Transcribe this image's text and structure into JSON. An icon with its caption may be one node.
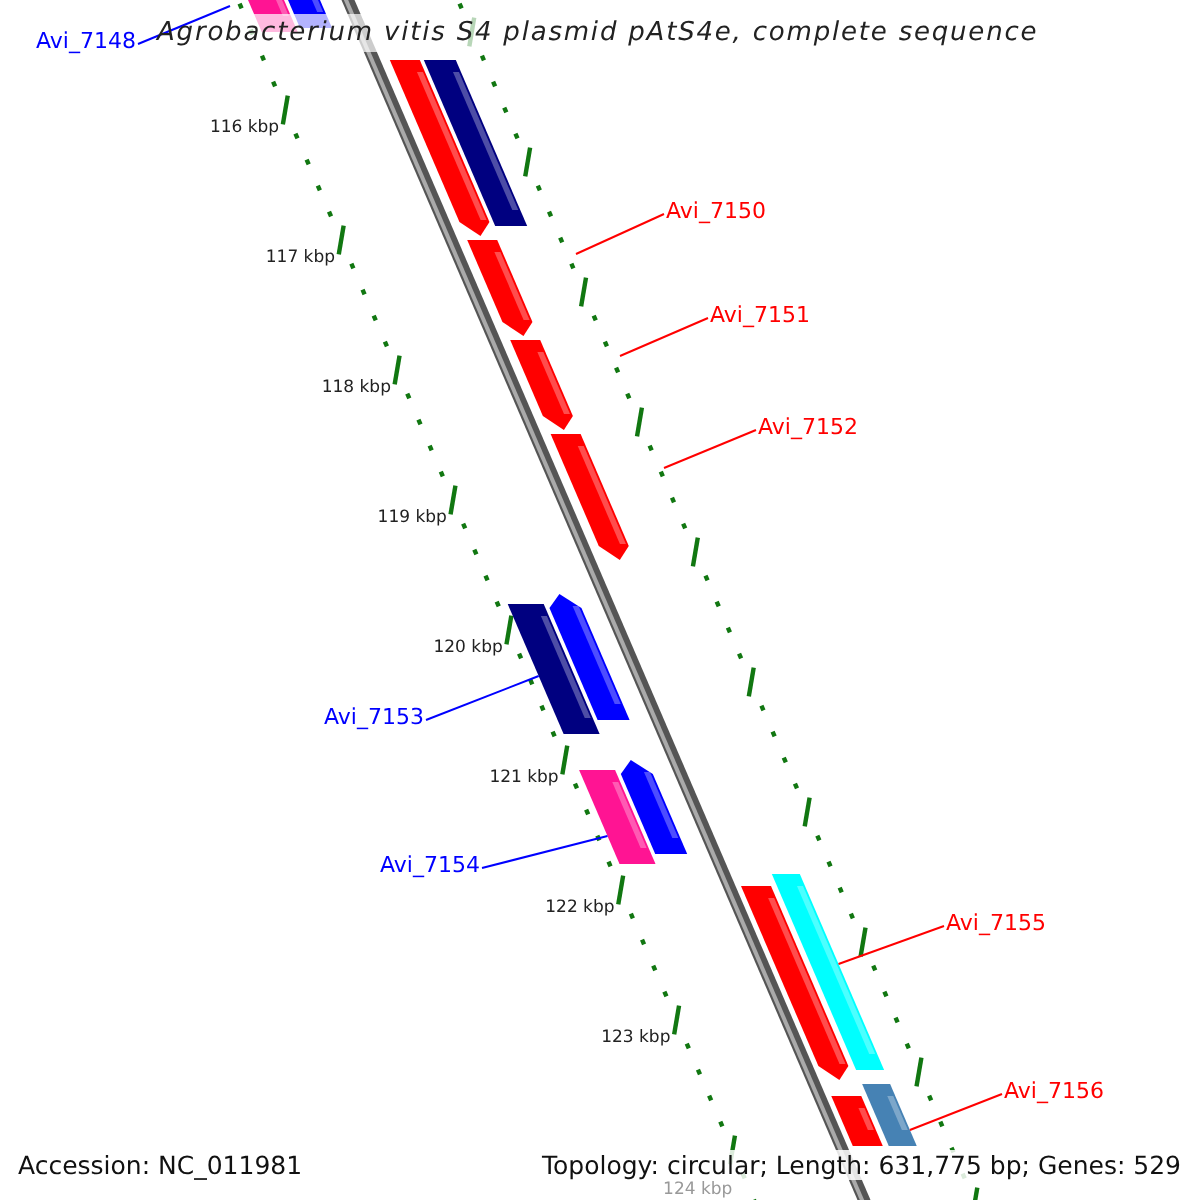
{
  "diagram": {
    "title": "Agrobacterium vitis S4 plasmid pAtS4e, complete sequence",
    "nodes": [
      {
        "text": [
          "Avi_7148"
        ]
      },
      {
        "text": [
          "Avi_7150"
        ]
      },
      {
        "text": [
          "Avi_7151"
        ]
      },
      {
        "text": [
          "Avi_7152"
        ]
      },
      {
        "text": [
          "Avi_7153"
        ]
      },
      {
        "text": [
          "Avi_7154"
        ]
      },
      {
        "text": [
          "Avi_7155"
        ]
      },
      {
        "text": [
          "Avi_7156"
        ]
      },
      {
        "text": [],
        "shape": "bar"
      },
      {
        "text": [],
        "shape": "bar"
      },
      {
        "text": [],
        "shape": "bar"
      },
      {
        "text": [],
        "shape": "bar"
      }
    ],
    "edges": [
      {
        "from": 0,
        "to": null,
        "arrow": "none",
        "color": "#0000ff"
      },
      {
        "from": 1,
        "to": null,
        "arrow": "none"
      },
      {
        "from": 2,
        "to": null,
        "arrow": "none"
      },
      {
        "from": 3,
        "to": null,
        "arrow": "none"
      },
      {
        "from": 4,
        "to": 11,
        "arrow": "none",
        "color": "#0000ff"
      },
      {
        "from": 5,
        "to": 8,
        "arrow": "none",
        "color": "#0000ff"
      },
      {
        "from": 6,
        "to": 9,
        "arrow": "none"
      },
      {
        "from": 7,
        "to": 10,
        "arrow": "none"
      }
    ],
    "labels": [
      "116 kbp",
      "117 kbp",
      "118 kbp",
      "119 kbp",
      "120 kbp",
      "121 kbp",
      "122 kbp",
      "123 kbp",
      "Accession: NC_011981",
      "Topology: circular; Length: 631,775 bp; Genes: 529",
      "124 kbp"
    ]
  }
}
